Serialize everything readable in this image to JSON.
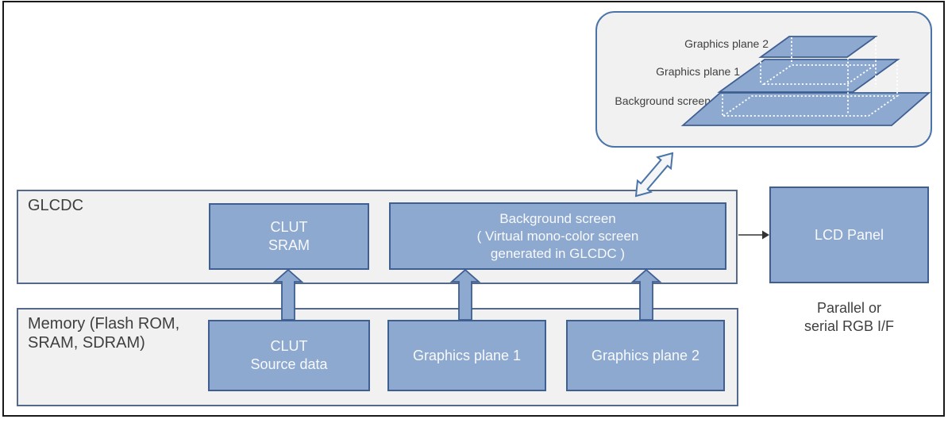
{
  "colors": {
    "box_fill": "#8ea9cf",
    "box_border": "#3f5f92",
    "box_text": "#f7f9fb",
    "container_fill": "#f1f1f2",
    "container_border": "#55698c",
    "rounded_border": "#4a74a8",
    "label_text": "#3f3f3f",
    "page_border": "#1a1a1a",
    "dotted": "#ffffff",
    "black_arrow": "#333333",
    "arrow_fill": "#8ea9cf",
    "arrow_border": "#3f5f92",
    "double_arrow_fill": "#f4f5f6"
  },
  "plane_stack": {
    "labels": [
      "Graphics plane 2",
      "Graphics plane 1",
      "Background screen"
    ]
  },
  "glcdc": {
    "label": "GLCDC",
    "clut_sram_line1": "CLUT",
    "clut_sram_line2": "SRAM",
    "background_screen_line1": "Background screen",
    "background_screen_line2": "( Virtual mono-color screen",
    "background_screen_line3": "generated in GLCDC )"
  },
  "memory": {
    "label_line1": "Memory (Flash ROM,",
    "label_line2": "SRAM, SDRAM)",
    "clut_source_line1": "CLUT",
    "clut_source_line2": "Source data",
    "graphics_plane_1": "Graphics plane 1",
    "graphics_plane_2": "Graphics plane 2"
  },
  "lcd": {
    "label": "LCD Panel",
    "interface_line1": "Parallel or",
    "interface_line2": "serial RGB I/F"
  }
}
